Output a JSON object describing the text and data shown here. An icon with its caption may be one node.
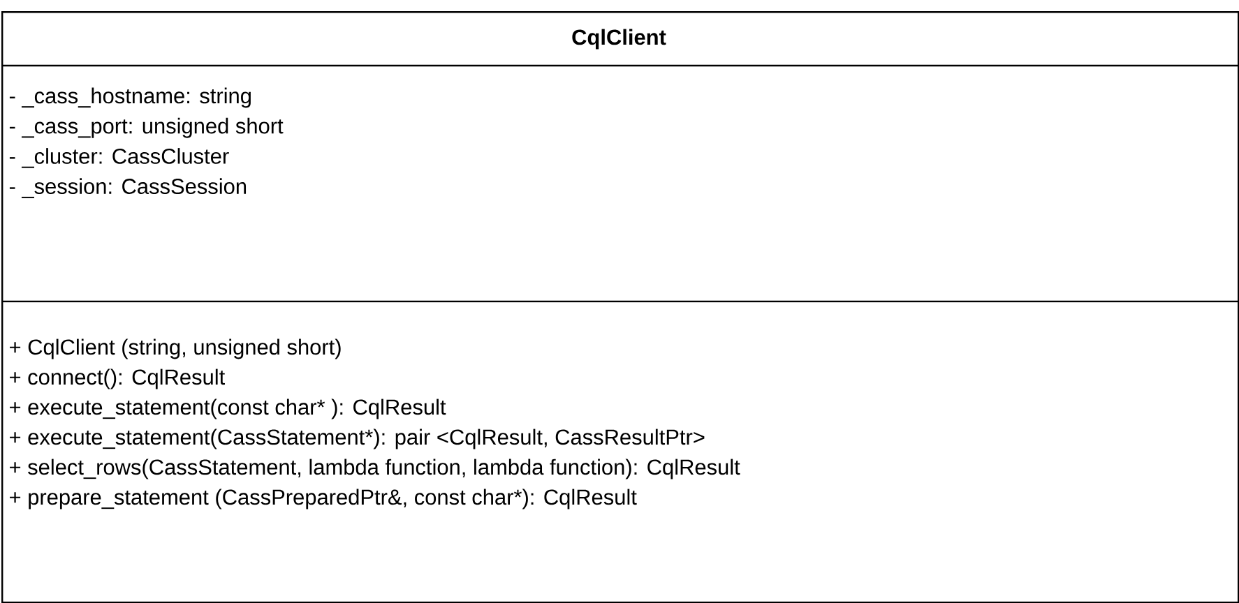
{
  "diagram": {
    "nodes": [
      {
        "text": [
          "CqlClient",
          "- _cass_hostname: string",
          "- _cass_port: unsigned short",
          "- _cluster: CassCluster",
          "- _session: CassSession",
          "+ CqlClient (string, unsigned short)",
          "+ connect(): CqlResult",
          "+ execute_statement(const char* ): CqlResult",
          "+ execute_statement(CassStatement*): pair <CqlResult, CassResultPtr>",
          "+ select_rows(CassStatement, lambda function, lambda function): CqlResult",
          "+ prepare_statement (CassPreparedPtr&, const char*): CqlResult"
        ]
      }
    ]
  }
}
